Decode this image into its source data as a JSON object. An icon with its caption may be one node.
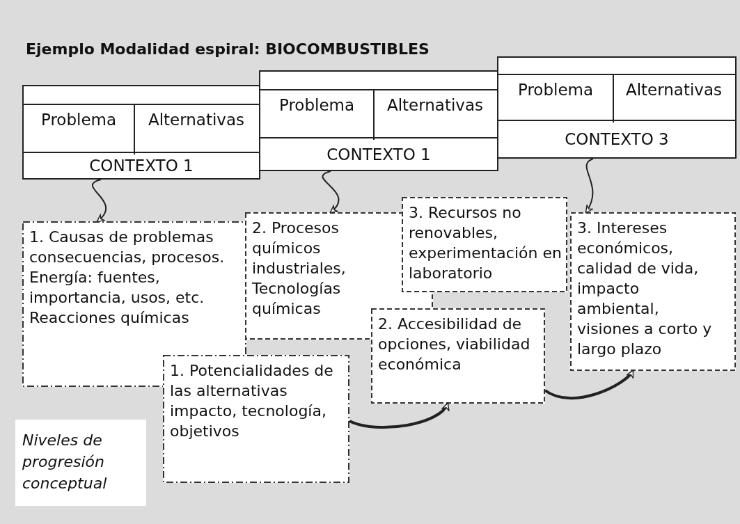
{
  "diagram": {
    "title": "Ejemplo Modalidad espiral: BIOCOMBUSTIBLES",
    "nodes": [
      {
        "text": [
          "Problema",
          "Alternativas",
          "CONTEXTO 1"
        ]
      },
      {
        "text": [
          "Problema",
          "Alternativas",
          "CONTEXTO 1"
        ]
      },
      {
        "text": [
          "Problema",
          "Alternativas",
          "CONTEXTO 3"
        ]
      },
      {
        "text": [
          "1. Causas de problemas consecuencias, procesos. Energía: fuentes, importancia, usos, etc. Reacciones químicas"
        ]
      },
      {
        "text": [
          "2. Procesos químicos industriales, Tecnologías químicas"
        ]
      },
      {
        "text": [
          "3. Recursos no renovables, experimentación en laboratorio"
        ]
      },
      {
        "text": [
          "3. Intereses económicos, calidad de vida, impacto ambiental, visiones a corto y largo plazo"
        ]
      },
      {
        "text": [
          "2. Accesibilidad de opciones, viabilidad económica"
        ]
      },
      {
        "text": [
          "1. Potencialidades de las alternativas impacto, tecnología, objetivos"
        ]
      },
      {
        "text": [
          "Niveles de progresión conceptual"
        ]
      }
    ],
    "edges": [
      {
        "from": 0,
        "to": 3,
        "arrow": "to"
      },
      {
        "from": 1,
        "to": 4,
        "arrow": "to"
      },
      {
        "from": 2,
        "to": 6,
        "arrow": "to"
      },
      {
        "from": 8,
        "to": 7,
        "arrow": "to",
        "style": "thick"
      },
      {
        "from": 7,
        "to": 6,
        "arrow": "to",
        "style": "thick"
      }
    ]
  }
}
